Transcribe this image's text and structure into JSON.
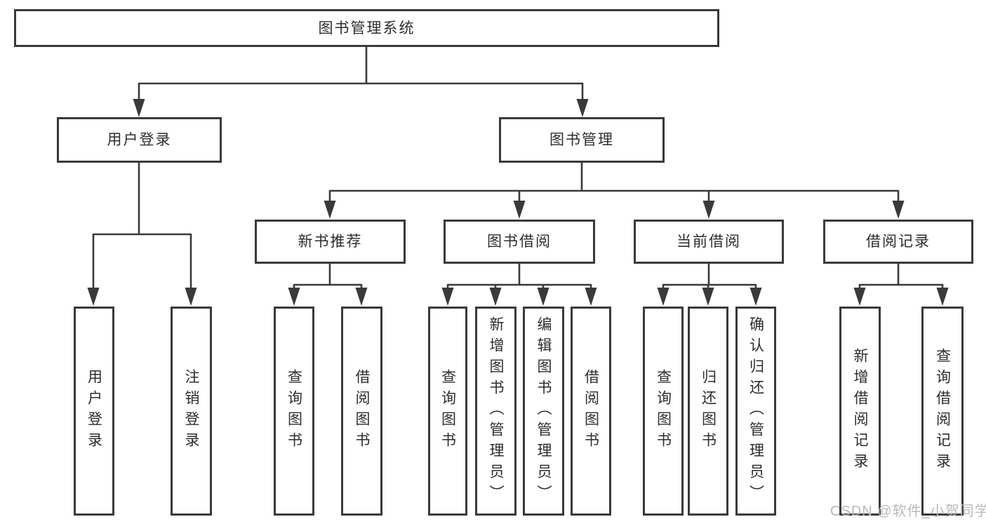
{
  "colors": {
    "background": "#ffffff",
    "line": "#3a3a3a",
    "box_border": "#3a3a3a",
    "box_fill": "#ffffff",
    "text": "#2d2d2d",
    "watermark": "#b6b9bc"
  },
  "watermark": {
    "text": "CSDN @软件_小贺同学"
  },
  "diagram": {
    "title": "图书管理系统",
    "nodes": {
      "root": {
        "label": "图书管理系统",
        "level": 1
      },
      "user_login": {
        "label": "用户登录",
        "level": 2,
        "parent": "root"
      },
      "book_mgmt": {
        "label": "图书管理",
        "level": 2,
        "parent": "root"
      },
      "new_book_rec": {
        "label": "新书推荐",
        "level": 3,
        "parent": "book_mgmt"
      },
      "book_borrow": {
        "label": "图书借阅",
        "level": 3,
        "parent": "book_mgmt"
      },
      "current_borrow": {
        "label": "当前借阅",
        "level": 3,
        "parent": "book_mgmt"
      },
      "borrow_records": {
        "label": "借阅记录",
        "level": 3,
        "parent": "book_mgmt"
      },
      "leaf_user_login": {
        "label": "用户登录",
        "level": 4,
        "parent": "user_login"
      },
      "leaf_logout": {
        "label": "注销登录",
        "level": 4,
        "parent": "user_login"
      },
      "leaf_nbr_query_book": {
        "label": "查询图书",
        "level": 4,
        "parent": "new_book_rec"
      },
      "leaf_nbr_borrow_book": {
        "label": "借阅图书",
        "level": 4,
        "parent": "new_book_rec"
      },
      "leaf_bb_query_book": {
        "label": "查询图书",
        "level": 4,
        "parent": "book_borrow"
      },
      "leaf_bb_add_book": {
        "label": "新增图书（管理员）",
        "level": 4,
        "parent": "book_borrow"
      },
      "leaf_bb_edit_book": {
        "label": "编辑图书（管理员）",
        "level": 4,
        "parent": "book_borrow"
      },
      "leaf_bb_borrow_book": {
        "label": "借阅图书",
        "level": 4,
        "parent": "book_borrow"
      },
      "leaf_cb_query_book": {
        "label": "查询图书",
        "level": 4,
        "parent": "current_borrow"
      },
      "leaf_cb_return_book": {
        "label": "归还图书",
        "level": 4,
        "parent": "current_borrow"
      },
      "leaf_cb_confirm_return": {
        "label": "确认归还（管理员）",
        "level": 4,
        "parent": "current_borrow"
      },
      "leaf_br_add_record": {
        "label": "新增借阅记录",
        "level": 4,
        "parent": "borrow_records"
      },
      "leaf_br_query_record": {
        "label": "查询借阅记录",
        "level": 4,
        "parent": "borrow_records"
      }
    }
  }
}
